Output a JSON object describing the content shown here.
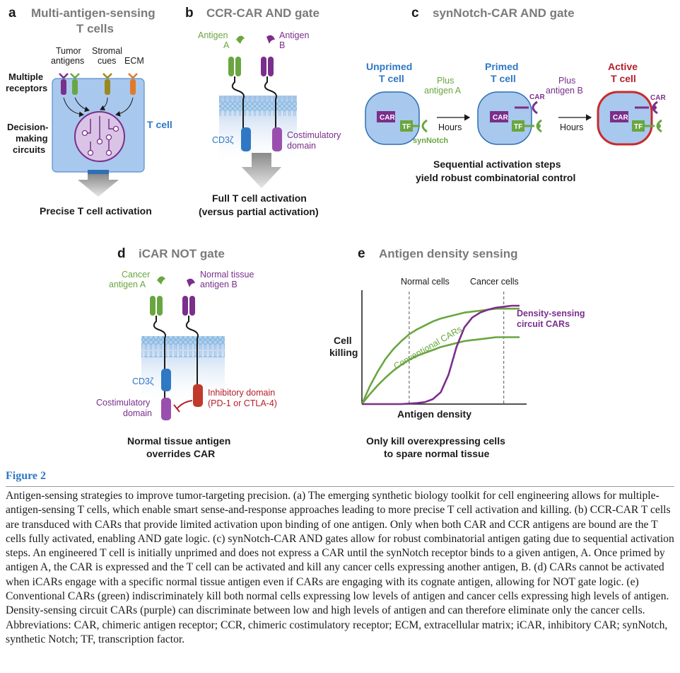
{
  "panels": {
    "a": {
      "letter": "a",
      "title_line1": "Multi-antigen-sensing",
      "title_line2": "T cells",
      "tumor_line1": "Tumor",
      "tumor_line2": "antigens",
      "stromal_line1": "Stromal",
      "stromal_line2": "cues",
      "ecm": "ECM",
      "receptors_line1": "Multiple",
      "receptors_line2": "receptors",
      "decision_line1": "Decision-",
      "decision_line2": "making",
      "decision_line3": "circuits",
      "tcell": "T cell",
      "caption": "Precise T cell activation"
    },
    "b": {
      "letter": "b",
      "title": "CCR-CAR AND gate",
      "antigen_a_line1": "Antigen",
      "antigen_a_line2": "A",
      "antigen_b_line1": "Antigen",
      "antigen_b_line2": "B",
      "cd3z": "CD3ζ",
      "costim_line1": "Costimulatory",
      "costim_line2": "domain",
      "caption_line1": "Full T cell activation",
      "caption_line2": "(versus partial activation)"
    },
    "c": {
      "letter": "c",
      "title": "synNotch-CAR AND gate",
      "unprimed_line1": "Unprimed",
      "unprimed_line2": "T cell",
      "primed_line1": "Primed",
      "primed_line2": "T cell",
      "active_line1": "Active",
      "active_line2": "T cell",
      "plus_a_line1": "Plus",
      "plus_a_line2": "antigen A",
      "plus_b_line1": "Plus",
      "plus_b_line2": "antigen B",
      "hours": "Hours",
      "car": "CAR",
      "tf": "TF",
      "synnotch": "synNotch",
      "caption_line1": "Sequential activation steps",
      "caption_line2": "yield robust combinatorial control"
    },
    "d": {
      "letter": "d",
      "title": "iCAR NOT gate",
      "cancer_line1": "Cancer",
      "cancer_line2": "antigen A",
      "normal_line1": "Normal tissue",
      "normal_line2": "antigen B",
      "cd3z": "CD3ζ",
      "costim_line1": "Costimulatory",
      "costim_line2": "domain",
      "inhib_line1": "Inhibitory domain",
      "inhib_line2": "(PD-1 or CTLA-4)",
      "caption_line1": "Normal tissue antigen",
      "caption_line2": "overrides CAR"
    },
    "e": {
      "letter": "e",
      "title": "Antigen density sensing",
      "normal_cells": "Normal cells",
      "cancer_cells": "Cancer cells",
      "ylabel_line1": "Cell",
      "ylabel_line2": "killing",
      "xlabel": "Antigen density",
      "conventional": "Conventional CARs",
      "density_line1": "Density-sensing",
      "density_line2": "circuit CARs",
      "caption_line1": "Only kill overexpressing cells",
      "caption_line2": "to spare normal tissue"
    }
  },
  "chart_data": {
    "type": "line",
    "xlabel": "Antigen density",
    "ylabel": "Cell killing",
    "x": [
      0,
      0.05,
      0.1,
      0.15,
      0.2,
      0.25,
      0.3,
      0.35,
      0.4,
      0.45,
      0.5,
      0.55,
      0.6,
      0.65,
      0.7,
      0.75,
      0.8,
      0.85,
      0.9,
      0.95,
      1.0
    ],
    "series": [
      {
        "name": "Conventional CARs",
        "color": "#6aa640",
        "values": [
          0,
          0.18,
          0.33,
          0.46,
          0.56,
          0.64,
          0.71,
          0.76,
          0.8,
          0.84,
          0.87,
          0.89,
          0.91,
          0.93,
          0.94,
          0.95,
          0.96,
          0.97,
          0.97,
          0.97,
          0.97
        ]
      },
      {
        "name": "Conventional CARs",
        "color": "#6aa640",
        "values": [
          0,
          0.1,
          0.19,
          0.27,
          0.34,
          0.4,
          0.45,
          0.49,
          0.52,
          0.55,
          0.58,
          0.6,
          0.62,
          0.64,
          0.65,
          0.66,
          0.67,
          0.68,
          0.68,
          0.68,
          0.68
        ]
      },
      {
        "name": "Density-sensing circuit CARs",
        "color": "#7b2f8c",
        "values": [
          0,
          0,
          0,
          0,
          0,
          0,
          0.005,
          0.01,
          0.02,
          0.05,
          0.12,
          0.3,
          0.58,
          0.78,
          0.88,
          0.93,
          0.96,
          0.98,
          0.99,
          1.0,
          1.0
        ]
      }
    ],
    "markers": [
      {
        "label": "Normal cells",
        "x": 0.3
      },
      {
        "label": "Cancer cells",
        "x": 0.9
      }
    ]
  },
  "figure": {
    "label": "Figure 2",
    "caption": "Antigen-sensing strategies to improve tumor-targeting precision. (a) The emerging synthetic biology toolkit for cell engineering allows for multiple-antigen-sensing T cells, which enable smart sense-and-response approaches leading to more precise T cell activation and killing. (b) CCR-CAR T cells are transduced with CARs that provide limited activation upon binding of one antigen. Only when both CAR and CCR antigens are bound are the T cells fully activated, enabling AND gate logic. (c) synNotch-CAR AND gates allow for robust combinatorial antigen gating due to sequential activation steps. An engineered T cell is initially unprimed and does not express a CAR until the synNotch receptor binds to a given antigen, A. Once primed by antigen A, the CAR is expressed and the T cell can be activated and kill any cancer cells expressing another antigen, B. (d) CARs cannot be activated when iCARs engage with a specific normal tissue antigen even if CARs are engaging with its cognate antigen, allowing for NOT gate logic. (e) Conventional CARs (green) indiscriminately kill both normal cells expressing low levels of antigen and cancer cells expressing high levels of antigen. Density-sensing circuit CARs (purple) can discriminate between low and high levels of antigen and can therefore eliminate only the cancer cells. Abbreviations: CAR, chimeric antigen receptor; CCR, chimeric costimulatory receptor; ECM, extracellular matrix; iCAR, inhibitory CAR; synNotch, synthetic Notch; TF, transcription factor."
  }
}
